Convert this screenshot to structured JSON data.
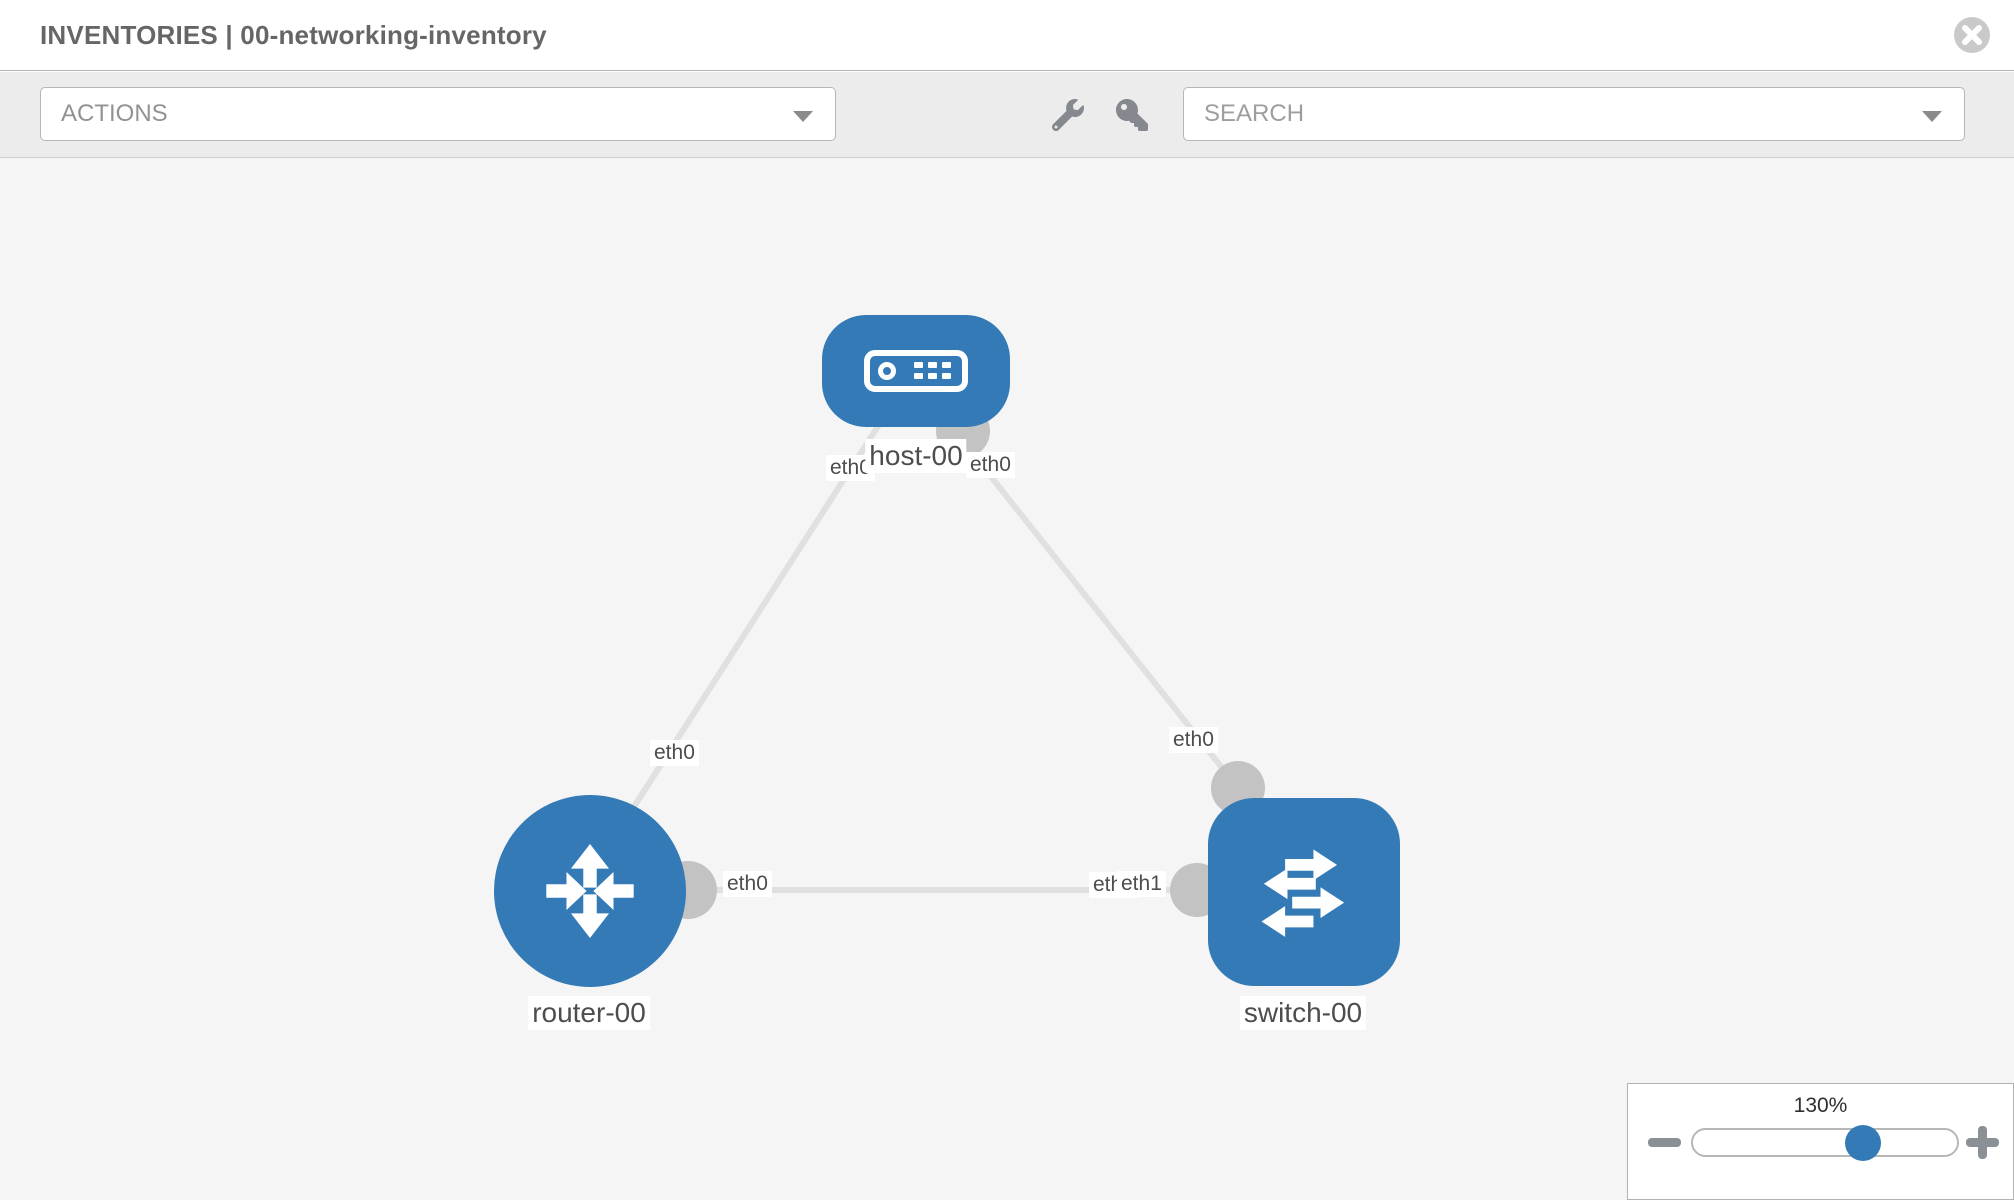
{
  "header": {
    "title": "INVENTORIES | 00-networking-inventory"
  },
  "toolbar": {
    "actions_label": "ACTIONS",
    "search_placeholder": "SEARCH",
    "icons": [
      "wrench-icon",
      "key-icon"
    ]
  },
  "topology": {
    "nodes": [
      {
        "name": "host-00",
        "type": "host"
      },
      {
        "name": "router-00",
        "type": "router"
      },
      {
        "name": "switch-00",
        "type": "switch"
      }
    ],
    "links": [
      {
        "from": "host-00",
        "to": "router-00",
        "from_interface": "eth0",
        "to_interface": "eth0"
      },
      {
        "from": "host-00",
        "to": "switch-00",
        "from_interface": "eth0",
        "to_interface": "eth0"
      },
      {
        "from": "router-00",
        "to": "switch-00",
        "from_interface": "eth0",
        "switch_end_labels": [
          "eth0",
          "eth1"
        ]
      }
    ]
  },
  "zoom_control": {
    "level": "130%"
  },
  "colors": {
    "node_blue": "#337ab7",
    "link_gray": "#e0e0e0",
    "port_gray": "#c3c3c3",
    "canvas_bg": "#f5f5f5",
    "toolbar_bg": "#ececec"
  }
}
